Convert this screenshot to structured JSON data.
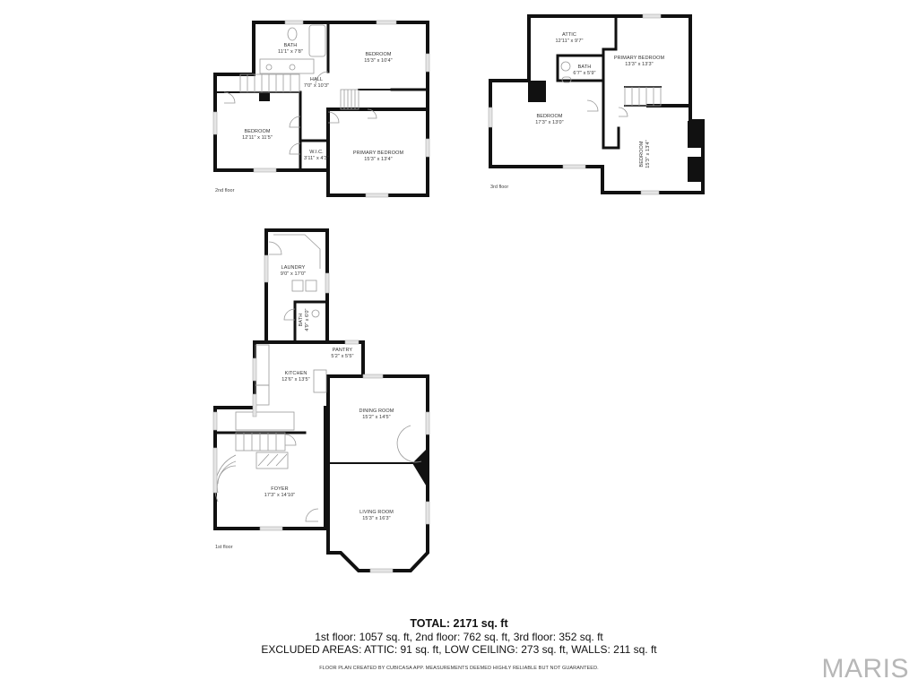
{
  "floors": [
    {
      "name": "2nd floor",
      "rooms": [
        {
          "name": "BATH",
          "dim": "11'1\" x 7'8\""
        },
        {
          "name": "BEDROOM",
          "dim": "15'3\" x 10'4\""
        },
        {
          "name": "HALL",
          "dim": "7'0\" x 10'3\""
        },
        {
          "name": "BEDROOM",
          "dim": "12'11\" x 11'5\""
        },
        {
          "name": "W.I.C.",
          "dim": "3'11\" x 4'3\""
        },
        {
          "name": "PRIMARY BEDROOM",
          "dim": "15'3\" x 13'4\""
        }
      ]
    },
    {
      "name": "3rd floor",
      "rooms": [
        {
          "name": "ATTIC",
          "dim": "12'11\" x 9'7\""
        },
        {
          "name": "BATH",
          "dim": "6'7\" x 5'9\""
        },
        {
          "name": "PRIMARY BEDROOM",
          "dim": "13'3\" x 13'3\""
        },
        {
          "name": "BEDROOM",
          "dim": "17'3\" x 13'0\""
        },
        {
          "name": "BEDROOM",
          "dim": "15'3\" x 13'4\""
        }
      ]
    },
    {
      "name": "1st floor",
      "rooms": [
        {
          "name": "LAUNDRY",
          "dim": "9'0\" x 17'0\""
        },
        {
          "name": "BATH",
          "dim": "4'9\" x 6'0\""
        },
        {
          "name": "PANTRY",
          "dim": "5'2\" x 5'5\""
        },
        {
          "name": "KITCHEN",
          "dim": "12'6\" x 13'5\""
        },
        {
          "name": "DINING ROOM",
          "dim": "15'2\" x 14'5\""
        },
        {
          "name": "FOYER",
          "dim": "17'3\" x 14'10\""
        },
        {
          "name": "LIVING ROOM",
          "dim": "15'3\" x 16'3\""
        }
      ]
    }
  ],
  "summary": {
    "total": "TOTAL: 2171 sq. ft",
    "floors_line": "1st floor: 1057 sq. ft, 2nd floor: 762 sq. ft, 3rd floor: 352 sq. ft",
    "excluded_line": "EXCLUDED AREAS: ATTIC: 91 sq. ft, LOW CEILING: 273 sq. ft, WALLS: 211 sq. ft",
    "disclaimer": "FLOOR PLAN CREATED BY CUBICASA APP. MEASUREMENTS DEEMED HIGHLY RELIABLE BUT NOT GUARANTEED."
  },
  "brand": "MARIS",
  "colors": {
    "wall": "#111111",
    "line": "#999999",
    "window": "#cfcfcf",
    "background": "#ffffff",
    "brand": "#b7b7b7"
  }
}
